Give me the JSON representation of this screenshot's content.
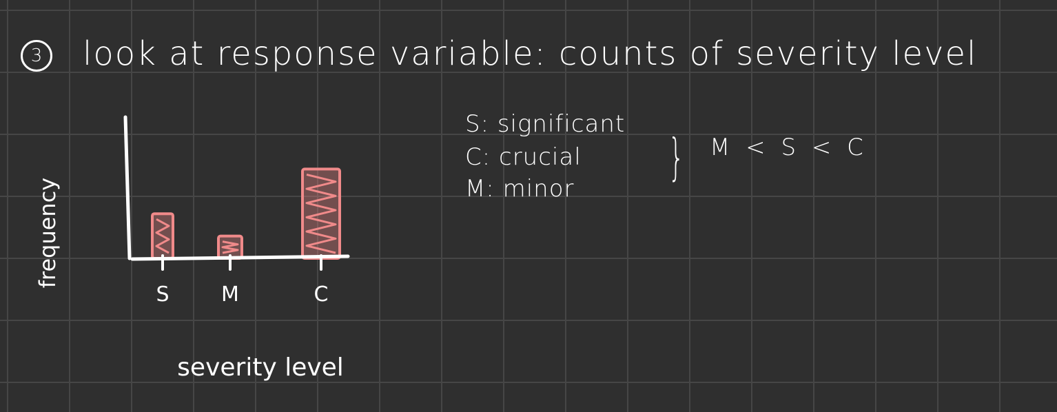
{
  "note": {
    "number": "3",
    "title": "look at response variable: counts of severity level"
  },
  "legend": {
    "items": [
      "S: significant",
      "C: crucial",
      "M: minor"
    ],
    "brace": "}",
    "ordering": "M < S < C"
  },
  "chart_data": {
    "type": "bar",
    "categories": [
      "S",
      "M",
      "C"
    ],
    "values": [
      2,
      1,
      4
    ],
    "xlabel": "severity level",
    "ylabel": "frequency",
    "ylim": [
      0,
      5
    ],
    "axis_ticks": false,
    "grid": false,
    "bar_color": "#f08a8a",
    "axis_color": "#ffffff"
  }
}
